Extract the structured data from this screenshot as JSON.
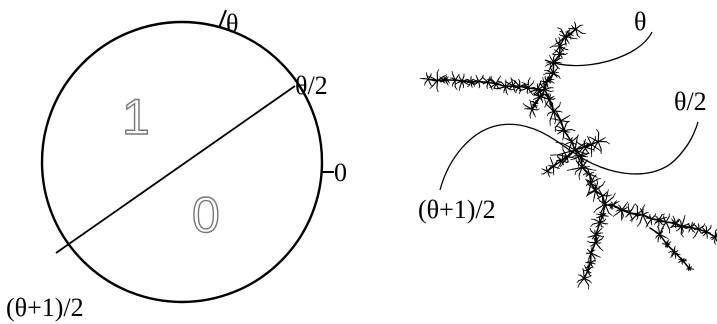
{
  "circle_diagram": {
    "labels": {
      "theta": "θ",
      "half_theta": "θ/2",
      "zero": "0",
      "theta_plus_one_half": "(θ+1)/2"
    },
    "regions": {
      "upper": "1",
      "lower": "0"
    }
  },
  "julia_diagram": {
    "labels": {
      "theta": "θ",
      "half_theta": "θ/2",
      "theta_plus_one_half": "(θ+1)/2"
    }
  }
}
